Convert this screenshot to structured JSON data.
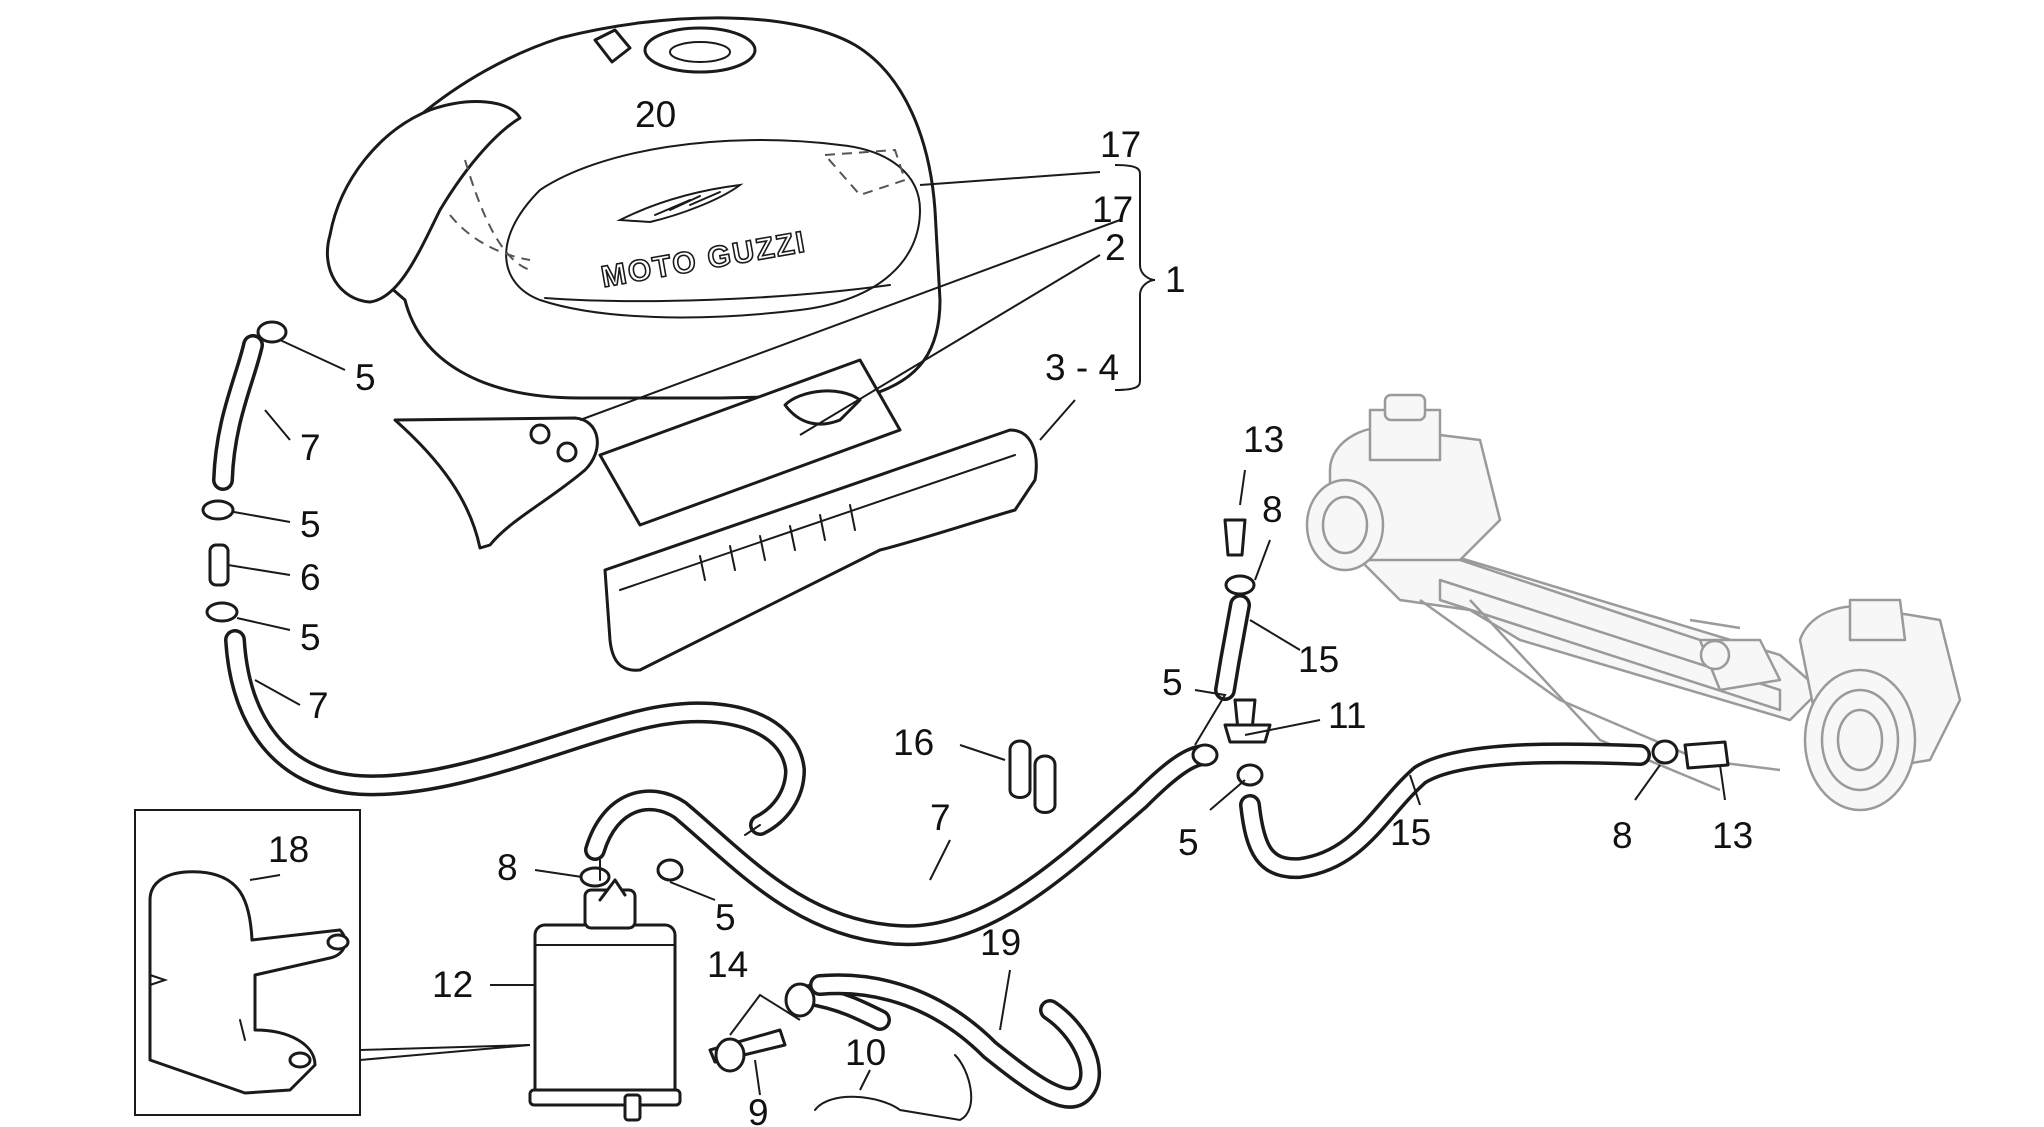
{
  "tank_logo": "MOTO GUZZI",
  "labels": {
    "20": "20",
    "17a": "17",
    "17b": "17",
    "2": "2",
    "1": "1",
    "34": "3 - 4",
    "5a": "5",
    "7a": "7",
    "5b": "5",
    "6": "6",
    "5c": "5",
    "7b": "7",
    "13a": "13",
    "8a": "8",
    "15a": "15",
    "5d": "5",
    "11": "11",
    "16": "16",
    "5e": "5",
    "15b": "15",
    "8b": "8",
    "13b": "13",
    "7c": "7",
    "8c": "8",
    "5f": "5",
    "12": "12",
    "18": "18",
    "14": "14",
    "19": "19",
    "10": "10",
    "9": "9"
  }
}
